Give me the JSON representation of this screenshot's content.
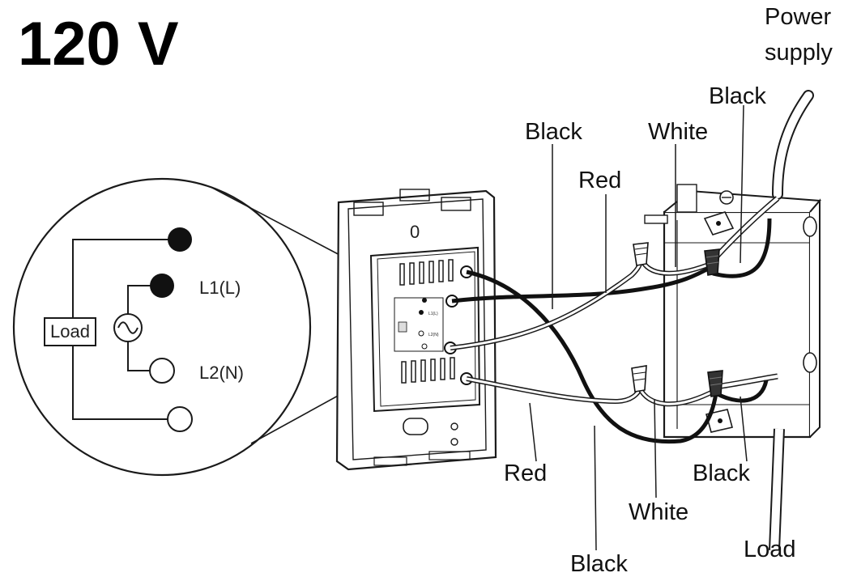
{
  "title": "120 V",
  "labels": {
    "power_supply_line1": "Power",
    "power_supply_line2": "supply",
    "black_top_right": "Black",
    "black_top": "Black",
    "white_top": "White",
    "red_top": "Red",
    "red_bottom": "Red",
    "white_bottom": "White",
    "black_bottom_right": "Black",
    "black_bottom": "Black",
    "load": "Load"
  },
  "inset": {
    "load_box": "Load",
    "ac_symbol": "~",
    "l1": "L1(L)",
    "l2": "L2(N)"
  },
  "thermostat": {
    "zero_mark": "0",
    "l1_small": "L1(L)",
    "l2_small": "L2(N)"
  },
  "colors": {
    "line": "#1a1a1a",
    "black_wire": "#111111",
    "white_wire": "#ffffff",
    "background": "#ffffff"
  }
}
